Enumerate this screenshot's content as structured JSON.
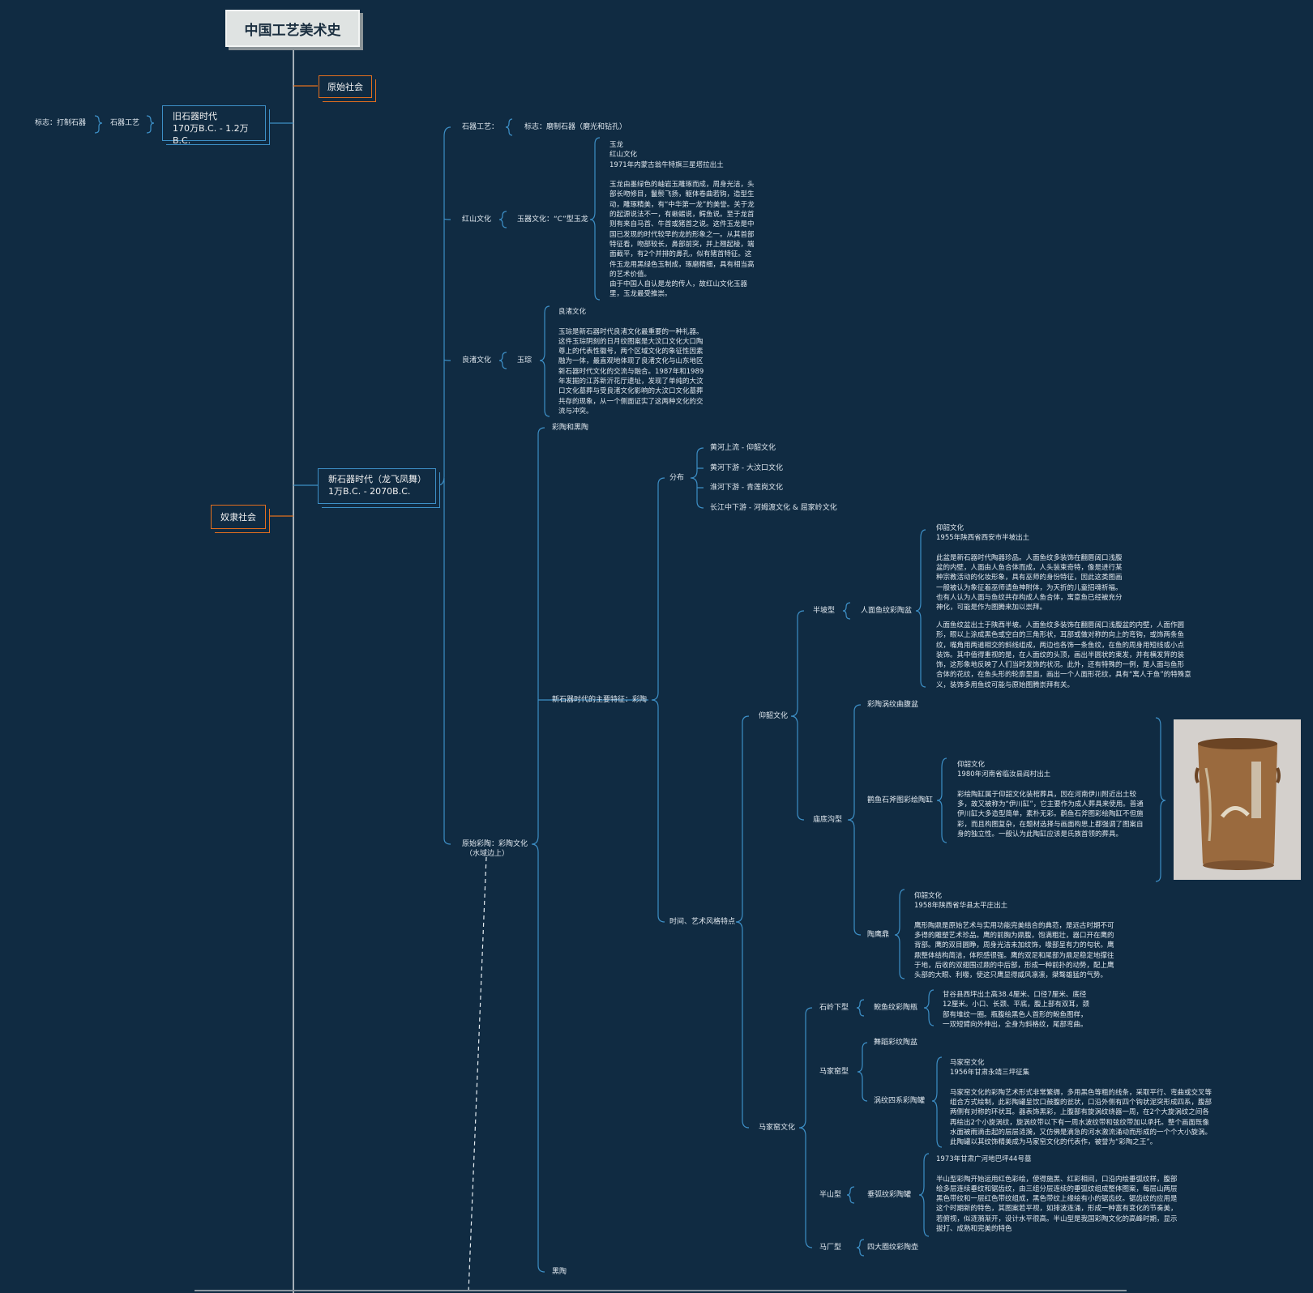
{
  "title": "中国工艺美术史",
  "colors": {
    "background": "#102b42",
    "line": "#3d8fc6",
    "accent_orange": "#e36f1e",
    "root_box": "#dfe3e2"
  },
  "nodes": {
    "yuanshi": "原始社会",
    "nuli": "奴隶社会",
    "old_stone_l1": "旧石器时代",
    "old_stone_l2": "170万B.C. - 1.2万B.C.",
    "old_craft": "石器工艺",
    "old_mark": "标志：打制石器",
    "neo_l1": "新石器时代（龙飞凤舞）",
    "neo_l2": "1万B.C. - 2070B.C.",
    "neo_craft": "石器工艺：",
    "neo_mark": "标志：磨制石器（磨光和钻孔）",
    "hongshan": "红山文化",
    "yuqi": "玉器文化：“C”型玉龙",
    "hongshan_note": "玉龙\n红山文化\n1971年内蒙古翁牛特旗三星塔拉出土\n\n玉龙由墨绿色的岫岩玉雕琢而成，周身光洁，头\n部长吻修目，鬣鬃飞扬，躯体卷曲若钩，造型生\n动，雕琢精美，有“中华第一龙”的美誉。关于龙\n的起源说法不一，有蜥蜴说，鳄鱼说。至于龙首\n则有来自马首、牛首或猪首之说。这件玉龙是中\n国已发现的时代较早的龙的形象之一。从其首部\n特征看，吻部较长，鼻部前突，并上翘起棱，端\n面截平，有2个并排的鼻孔，似有猪首特征。这\n件玉龙用黑绿色玉制成，琢磨精细，具有相当高\n的艺术价值。\n由于中国人自认是龙的传人，故红山文化玉器\n里，玉龙最受推崇。",
    "liangzhu": "良渚文化",
    "yucong": "玉琮",
    "liangzhu_note": "良渚文化\n\n玉琮是新石器时代良渚文化最重要的一种礼器。\n这件玉琮阴刻的日月纹图案是大汶口文化大口陶\n尊上的代表性徽号，两个区域文化的象征性因素\n融为一体，最直观地体现了良渚文化与山东地区\n新石器时代文化的交流与融合。1987年和1989\n年发掘的江苏新沂花厅遗址，发现了单纯的大汶\n口文化墓葬与受良渚文化影响的大汶口文化墓葬\n共存的现象，从一个侧面证实了这两种文化的交\n流与冲突。",
    "yuanshi_caitao_l1": "原始彩陶：彩陶文化",
    "yuanshi_caitao_l2": "（水域边上）",
    "caitao_heitao": "彩陶和黑陶",
    "main_feature": "新石器时代的主要特征：彩陶",
    "heitao": "黑陶",
    "fenbu": "分布",
    "fenbu_items": [
      "黄河上流 - 仰韶文化",
      "黄河下游 - 大汶口文化",
      "淮河下游 - 青莲岗文化",
      "长江中下游 - 河姆渡文化 & 屈家岭文化"
    ],
    "shijian": "时间、艺术风格特点",
    "yangshao": "仰韶文化",
    "banpo": "半坡型",
    "renmian": "人面鱼纹彩陶盆",
    "renmian_note1": "仰韶文化\n1955年陕西省西安市半坡出土\n\n此盆是新石器时代陶器珍品。人面鱼纹多装饰在翻唇阔口浅腹\n盆的内壁，人面由人鱼合体而成，人头装束奇特，像是进行某\n种宗教活动的化妆形象，具有巫师的身份特征，因此这类图画\n一般被认为象征着巫师请鱼神附体，为天折的儿童招魂祈福。\n也有人认为人面与鱼纹共存构成人鱼合体，寓意鱼已经被充分\n神化，可能是作为图腾来加以崇拜。",
    "renmian_note2": "人面鱼纹盆出土于陕西半坡。人面鱼纹多装饰在翻唇阔口浅腹盆的内壁，人面作圆\n形，眼以上涂成黑色或空白的三角形状，耳部或做对称的向上的弯钩，或饰两条鱼\n纹，嘴角用两道相交的斜线组成，两边也各饰一条鱼纹，在鱼的周身用短线或小点\n装饰。其中值得重视的是，在人面纹的头顶，画出半圆状的束发，并有横发笄的装\n饰，这形象地反映了人们当时发饰的状况。此外，还有特殊的一例，是人面与鱼形\n合体的花纹，在鱼头形的轮廓里面，画出一个人面形花纹，具有“寓人于鱼”的特殊意\n义，装饰多用鱼纹可能与原始图腾崇拜有关。",
    "miaodigou": "庙底沟型",
    "wowen": "彩陶涡纹曲腹盆",
    "guanyu": "鹳鱼石斧图彩绘陶缸",
    "guanyu_note": "仰韶文化\n1980年河南省临汝县阎村出土\n\n彩绘陶缸属于仰韶文化装棺葬具，因在河南伊川附近出土较\n多，故又被称为“伊川缸”，它主要作为成人葬具来使用。普通\n伊川缸大多造型简单，素朴无彩。鹳鱼石斧图彩绘陶缸不但施\n彩，而且构图复杂，在题材选择与画面构思上都强调了图案自\n身的独立性。一般认为此陶缸应该是氏族首领的葬具。",
    "taoyingding": "陶鹰鼎",
    "taoyingding_note": "仰韶文化\n1958年陕西省华县太平庄出土\n\n鹰形陶鼎是原始艺术与实用功能完美结合的典范，是远古时期不可\n多得的雕塑艺术珍品。鹰的前胸为鼎腹，饱满粗壮，器口开在鹰的\n背部。鹰的双目圆睁，周身光洁未加纹饰，喙部呈有力的勾状。鹰\n鼎整体结构简洁，体积感很强。鹰的双足和尾部为鼎足稳定地撑往\n于地，后收的双翅围过鼎的中后部，形成一种前扑的动势，配上鹰\n头部的大眼、利喙，使这只鹰显得威风凛凛，桀骜雄猛的气势。",
    "majiayao": "马家窑文化",
    "shiling": "石岭下型",
    "niyu": "鲵鱼纹彩陶瓶",
    "niyu_note": "甘谷县西坪出土高38.4厘米、口径7厘米、底径\n12厘米。小口、长颈、平底，腹上部有双耳，颈\n部有堆纹一圈。瓶腹绘黑色人首形的鲵鱼图样，\n一双短臂向外伸出，全身为斜格纹，尾部弯曲。",
    "majiayao_type": "马家窑型",
    "wudao": "舞蹈彩纹陶盆",
    "xuanwen": "涡纹四系彩陶罐",
    "xuanwen_note": "马家窑文化\n1956年甘肃永靖三坪征集\n\n马家窑文化的彩陶艺术形式非常繁缛，多用黑色等粗的线条，采取平行、弯曲或交叉等\n组合方式绘制，此彩陶罐呈饮口鼓腹的瓮状，口沿外侧有四个钩状泥突形成四系，腹部\n两侧有对称的环状耳。器表饰黑彩，上腹部有旋涡纹绕器一周，在2个大旋涡纹之间各\n再绘出2个小旋涡纹，旋涡纹带以下有一周水波纹带和弦纹带加以承托。整个画面既像\n水面被雨滴击起的层层涟漪，又仿佛是滴急的河水激流涌动而形成的一个个大小旋涡。\n此陶罐以其纹饰精美成为马家窑文化的代表作，被誉为“彩陶之王”。",
    "banshan": "半山型",
    "chuihu": "垂弧纹彩陶罐",
    "chuihu_note": "1973年甘肃广河地巴坪44号墓\n\n半山型彩陶开始运用红色彩绘，使得施黑、红彩相间，口沿内绘垂弧纹样，腹部\n绘多层连续垂纹和锯齿纹，由三组分层连续的垂弧纹组成整体图案，每层山两层\n黑色带纹和一层红色带纹组成，黑色带纹上缘绘有小的锯齿纹。锯齿纹的应用是\n这个时期新的特色，其图案若平视，如排波连涌，形成一种富有变化的节奏美，\n若俯视，似涟漪渐开，设计水平很高。半山型是我国彩陶文化的高峰时期，显示\n拔打、成熟和完美的特色",
    "machang": "马厂型",
    "siquan": "四大圈纹彩陶壶"
  }
}
